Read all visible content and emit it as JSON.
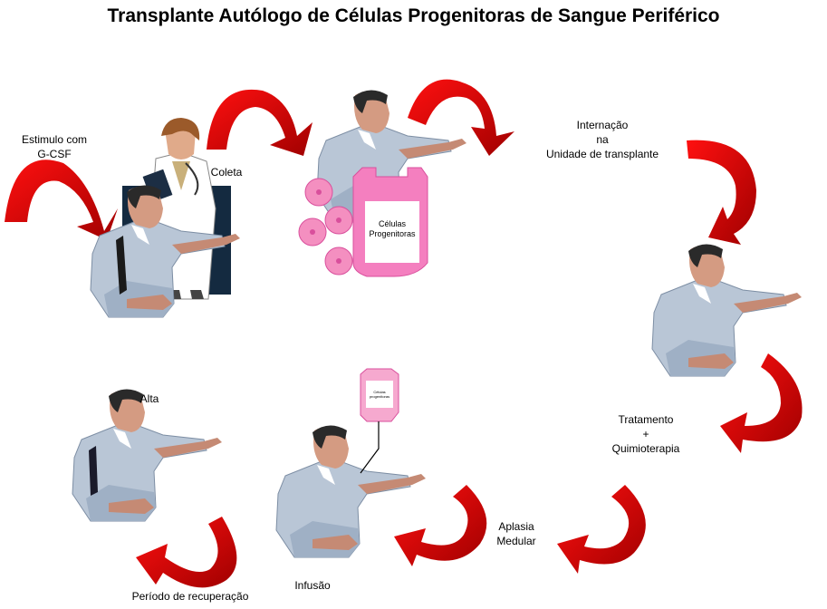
{
  "title": "Transplante Autólogo de Células Progenitoras de Sangue Periférico",
  "steps": {
    "stimulus": "Estimulo com\nG-CSF",
    "collection": "Coleta",
    "hospitalization": "Internação\nna\nUnidade de transplante",
    "treatment": "Tratamento\n+\nQuimioterapia",
    "aplasia": "Aplasia\nMedular",
    "infusion": "Infusão",
    "recovery": "Período de recuperação",
    "discharge": "Alta"
  },
  "bag_label": "Células\nProgenitoras",
  "small_bag_label": "Células\nprogenitoras",
  "colors": {
    "arrow": "#e00000",
    "arrow_dark": "#8b0000",
    "shirt": "#b9c6d6",
    "bag": "#f47fbf",
    "cell": "#f48fc0"
  }
}
